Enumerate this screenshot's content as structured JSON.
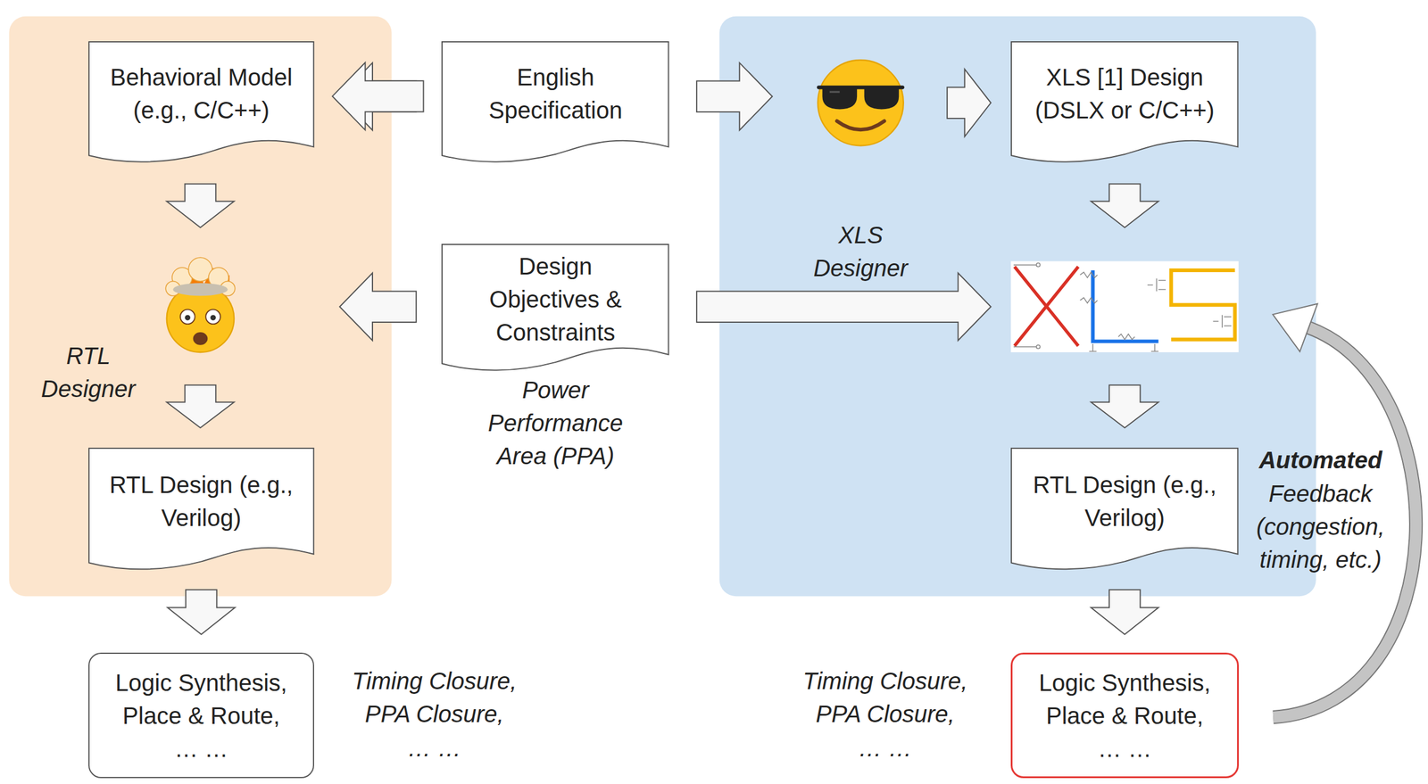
{
  "diagram": {
    "nodes": [
      {
        "text": [
          "RTL Designer"
        ]
      },
      {
        "text": [
          "Behavioral Model (e.g., C/C++)"
        ],
        "in": 0
      },
      {
        "text": [
          "RTL Design (e.g., Verilog)"
        ],
        "in": 0
      },
      {
        "text": [
          "English Specification"
        ]
      },
      {
        "text": [
          "Design Objectives & Constraints"
        ]
      },
      {
        "text": [
          "XLS Designer"
        ]
      },
      {
        "text": [
          "XLS [1] Design (DSLX or C/C++)"
        ],
        "in": 5
      },
      {
        "text": [
          "RTL Design (e.g., Verilog)"
        ],
        "in": 5
      },
      {
        "text": [
          "Logic Synthesis, Place & Route,",
          "… …"
        ]
      },
      {
        "text": [
          "Logic Synthesis, Place & Route,",
          "… …"
        ]
      }
    ],
    "edges": [
      {
        "from": 3,
        "to": 1,
        "arrow": "to"
      },
      {
        "from": 2,
        "to": 8,
        "arrow": "to"
      },
      {
        "from": 7,
        "to": 9,
        "arrow": "to"
      }
    ],
    "labels": [
      "Power Performance Area (PPA)",
      "Timing Closure, PPA Closure,",
      "… …",
      "Timing Closure, PPA Closure,",
      "… …",
      "Automated",
      "Feedback (congestion, timing, etc.)"
    ]
  }
}
